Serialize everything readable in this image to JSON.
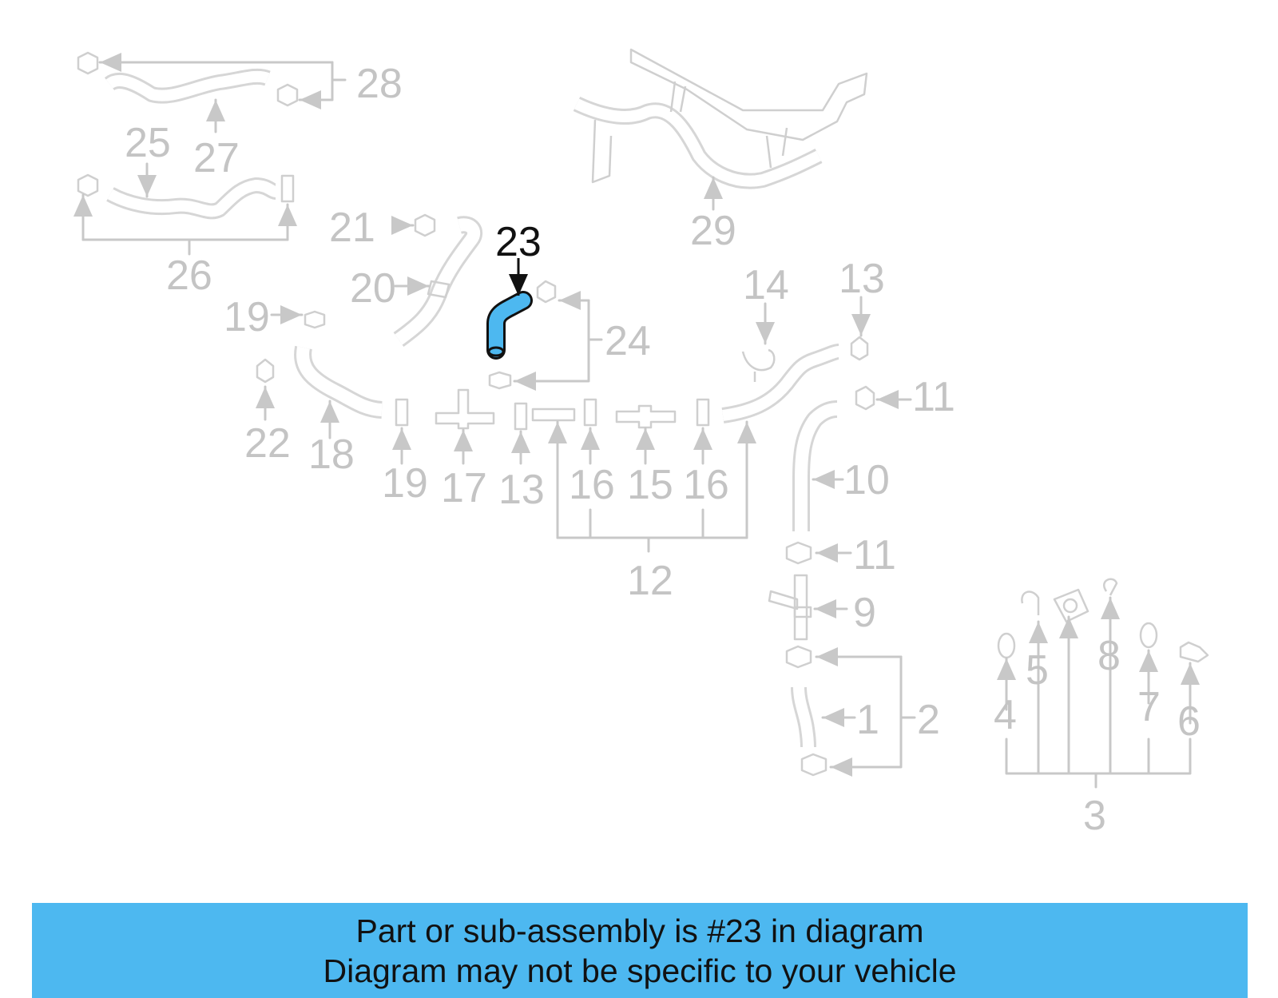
{
  "diagram": {
    "highlight_color": "#4db8f0",
    "highlighted_part": "23",
    "labels": {
      "l1": "1",
      "l2": "2",
      "l3": "3",
      "l4": "4",
      "l5": "5",
      "l6": "6",
      "l7": "7",
      "l8": "8",
      "l9": "9",
      "l10": "10",
      "l11a": "11",
      "l11b": "11",
      "l12": "12",
      "l13a": "13",
      "l13b": "13",
      "l14": "14",
      "l15": "15",
      "l16a": "16",
      "l16b": "16",
      "l17": "17",
      "l18": "18",
      "l19a": "19",
      "l19b": "19",
      "l20": "20",
      "l21": "21",
      "l22": "22",
      "l23": "23",
      "l24": "24",
      "l25": "25",
      "l26": "26",
      "l27": "27",
      "l28": "28",
      "l29": "29"
    }
  },
  "banner": {
    "line1": "Part or sub-assembly is #23 in diagram",
    "line2": "Diagram may not be specific to your vehicle",
    "color": "#4db8f0"
  }
}
